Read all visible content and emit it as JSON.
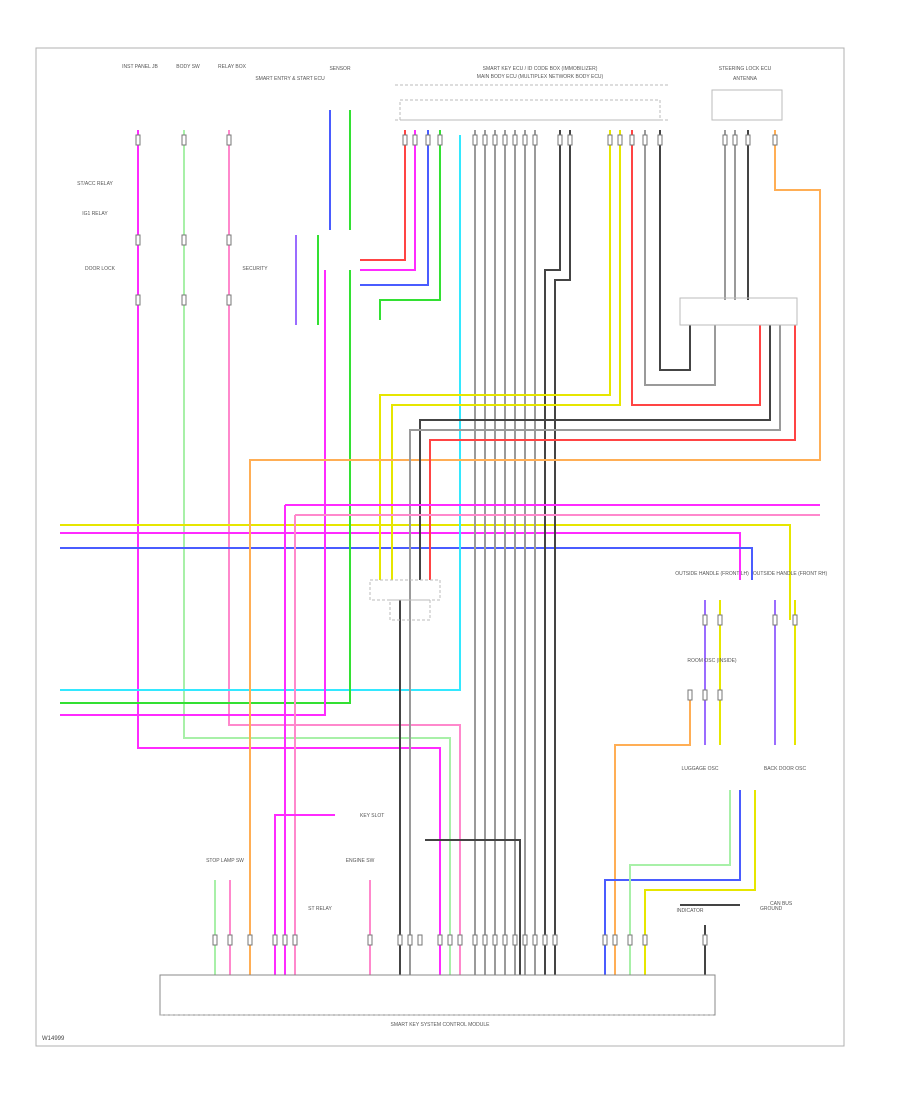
{
  "diagram": {
    "footer_code": "W14999",
    "module_title": "SMART KEY SYSTEM CONTROL MODULE",
    "top_connector_groups": [
      "INST PANEL JB",
      "BODY SW",
      "RELAY BOX",
      "SMART ENTRY & START ECU",
      "SENSOR",
      "ANTENNA"
    ],
    "top_labels": [
      "SMART KEY ECU / ID CODE BOX (IMMOBILIZER)",
      "MAIN BODY ECU (MULTIPLEX NETWORK BODY ECU)",
      "STEERING LOCK ECU"
    ],
    "left_labels": [
      "ST/ACC RELAY",
      "IG1 RELAY",
      "DOOR LOCK",
      "SECURITY"
    ],
    "mid_right_labels": [
      "OUTSIDE HANDLE (FRONT LH)",
      "OUTSIDE HANDLE (FRONT RH)",
      "ROOM OSC (INSIDE)"
    ],
    "right_labels": [
      "LUGGAGE OSC",
      "BACK DOOR OSC",
      "CAN BUS"
    ],
    "bottom_labels": [
      "STOP LAMP SW",
      "KEY SLOT",
      "ENGINE SW",
      "ST RELAY",
      "INDICATOR",
      "GROUND"
    ],
    "wire_colors": {
      "magenta": "#ff2bff",
      "green": "#33e033",
      "red": "#ff4444",
      "blue": "#4a5cff",
      "violet": "#9a6cff",
      "cyan": "#33e8ff",
      "yellow": "#e6e600",
      "orange": "#ffae55",
      "gray": "#9a9a9a",
      "dark": "#444444",
      "pink": "#ff88cc",
      "lightgreen": "#a8f0a8"
    }
  }
}
